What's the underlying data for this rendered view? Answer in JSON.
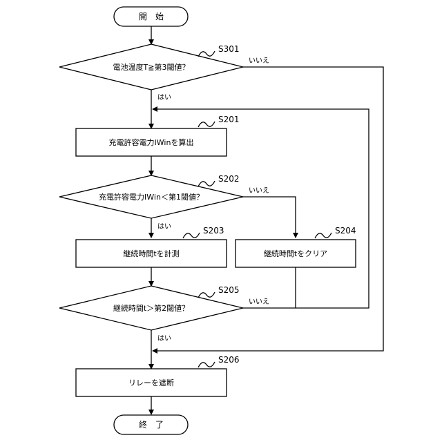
{
  "terminals": {
    "start": "開　始",
    "end": "終　了"
  },
  "steps": {
    "s301": {
      "id": "S301",
      "text": "電池温度T≧第3閾値？"
    },
    "s201": {
      "id": "S201",
      "text": "充電許容電力IWinを算出"
    },
    "s202": {
      "id": "S202",
      "text": "充電許容電力IWin＜第1閾値？"
    },
    "s203": {
      "id": "S203",
      "text": "継続時間tを計測"
    },
    "s204": {
      "id": "S204",
      "text": "継続時間tをクリア"
    },
    "s205": {
      "id": "S205",
      "text": "継続時間t＞第2閾値？"
    },
    "s206": {
      "id": "S206",
      "text": "リレーを遮断"
    }
  },
  "branches": {
    "yes": "はい",
    "no": "いいえ"
  }
}
